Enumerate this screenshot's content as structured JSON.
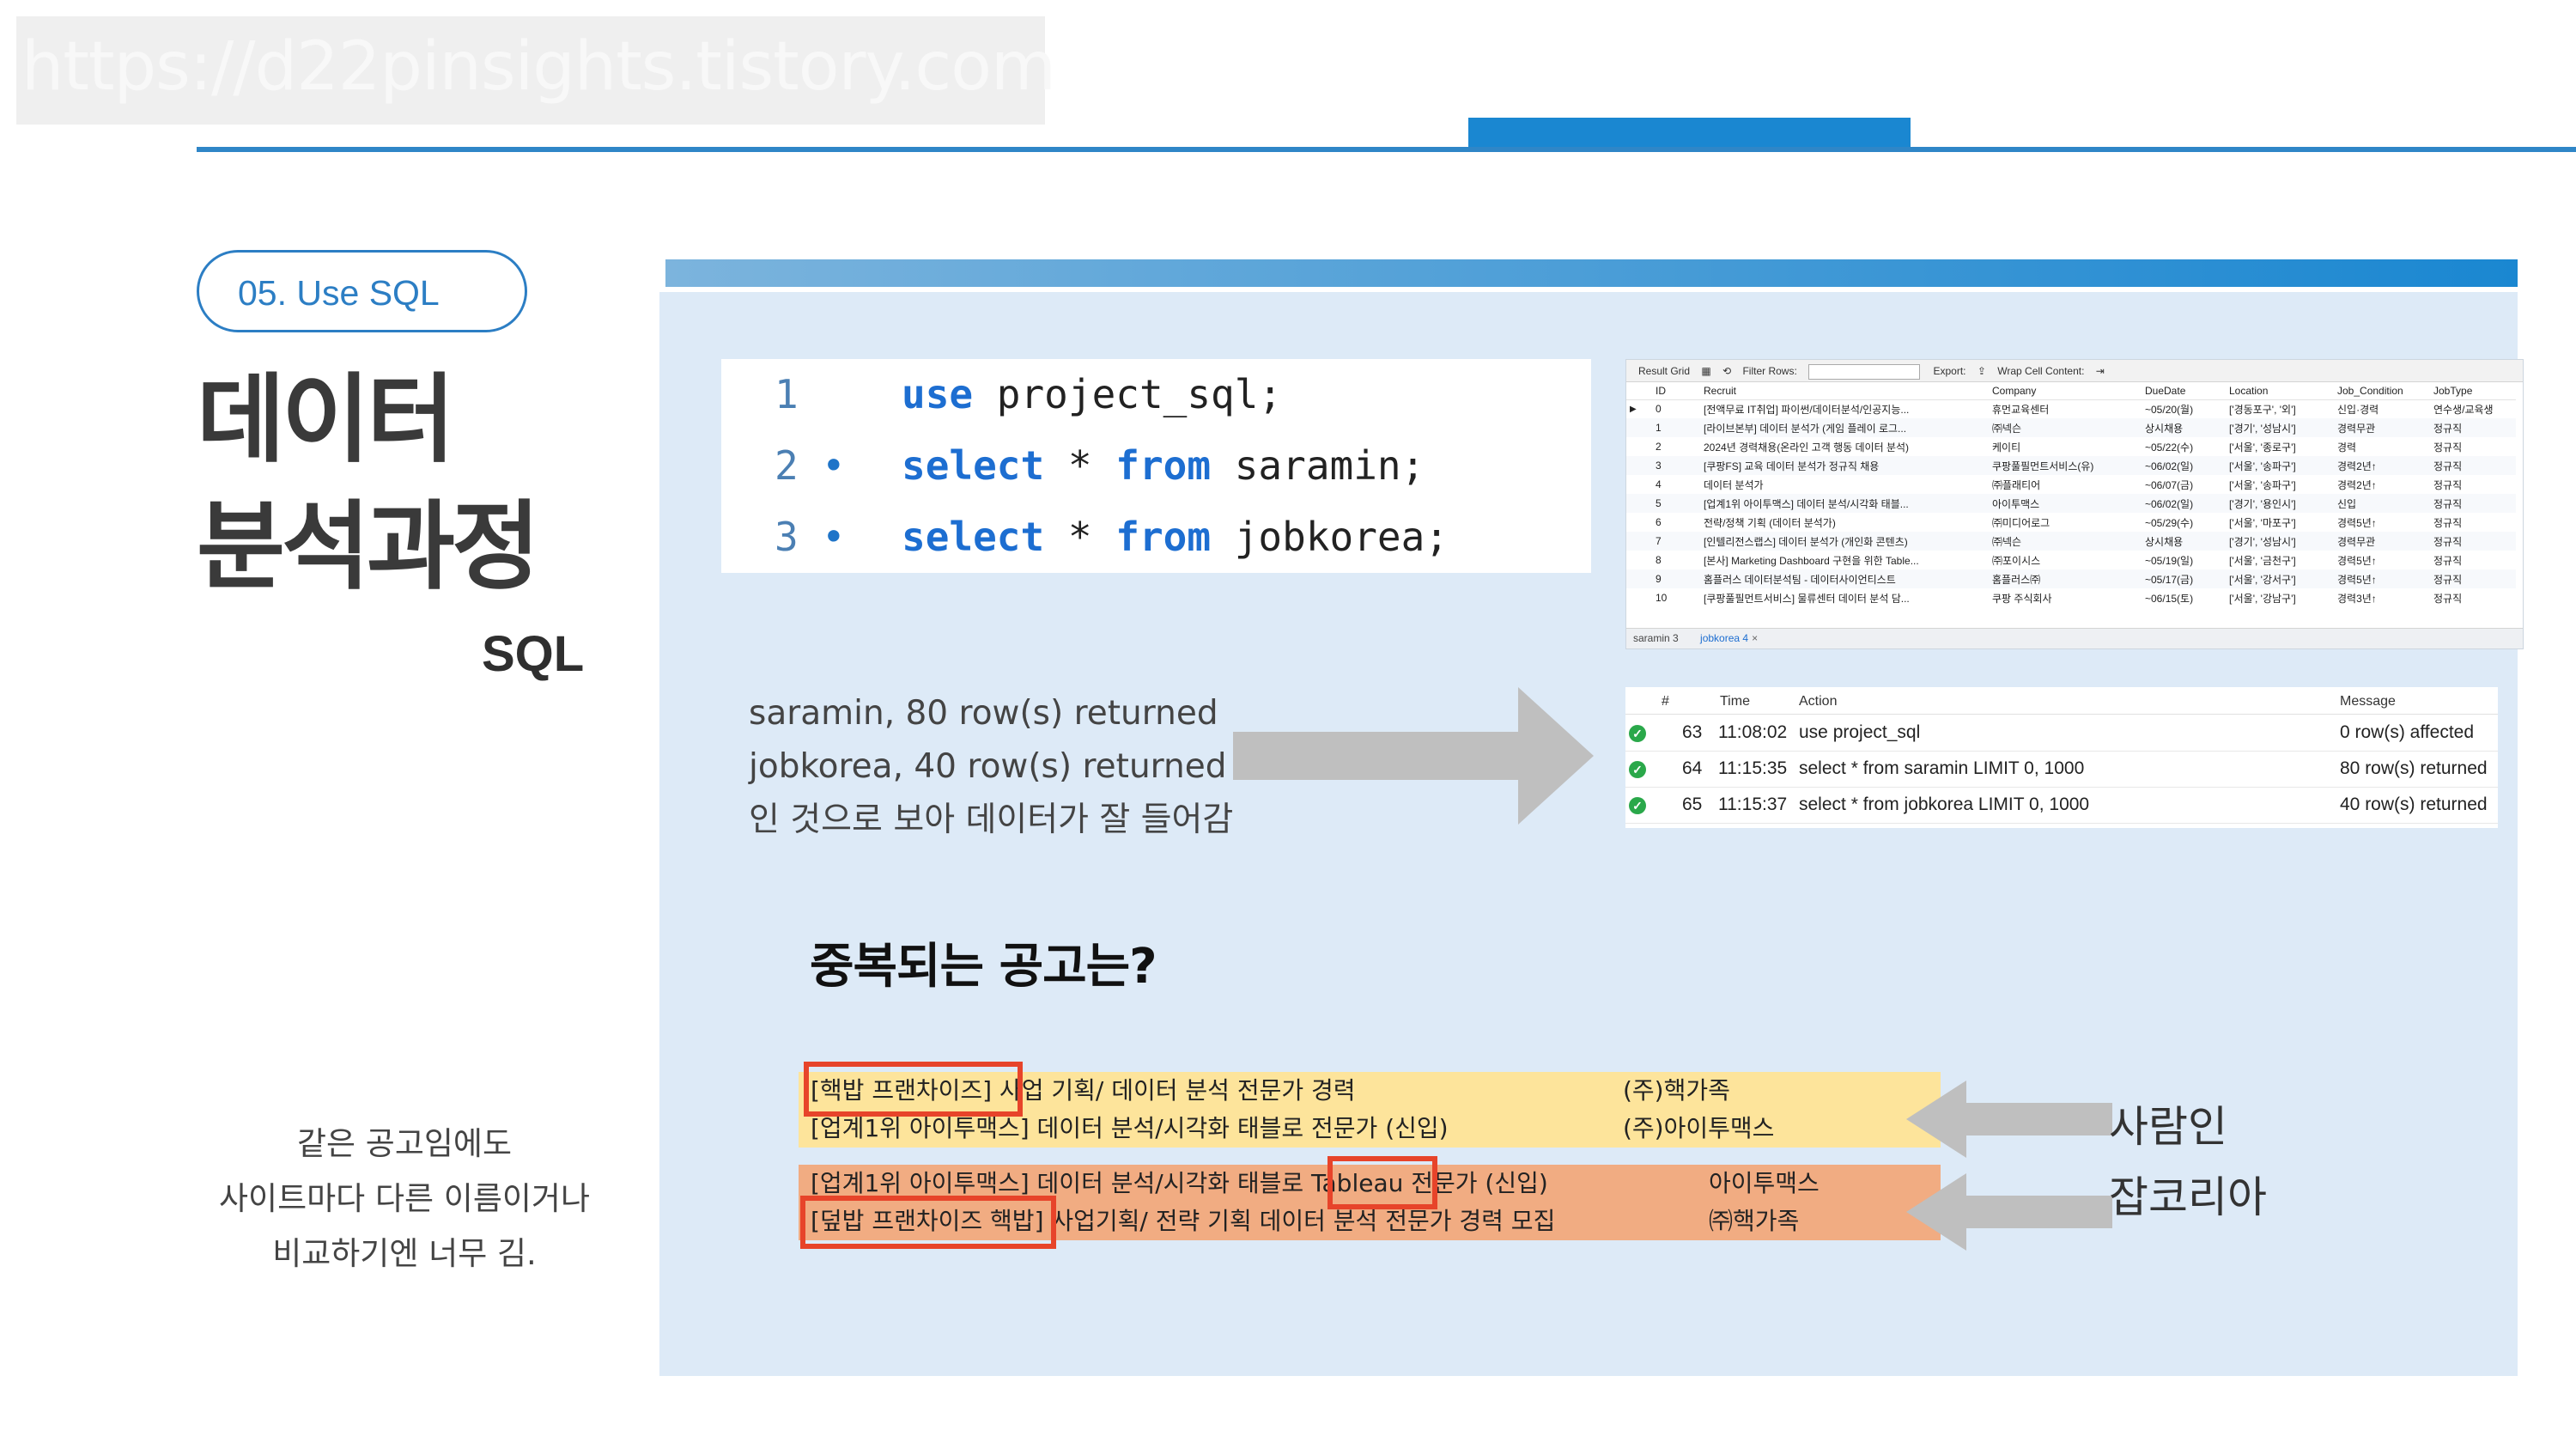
{
  "watermark": "https://d22pinsights.tistory.com",
  "section": {
    "label": "05. Use SQL"
  },
  "title": {
    "line1": "데이터",
    "line2": "분석과정",
    "sub": "SQL"
  },
  "side_note": {
    "line1": "같은 공고임에도",
    "line2": "사이트마다 다른 이름이거나",
    "line3": "비교하기엔 너무 김."
  },
  "code": {
    "lines": [
      {
        "num": "1",
        "dot": "",
        "kw1": "use",
        "rest1": " project_sql;",
        "kw2": "",
        "rest2": ""
      },
      {
        "num": "2",
        "dot": "•",
        "kw1": "select",
        "rest1": " * ",
        "kw2": "from",
        "rest2": " saramin;"
      },
      {
        "num": "3",
        "dot": "•",
        "kw1": "select",
        "rest1": " * ",
        "kw2": "from",
        "rest2": " jobkorea;"
      }
    ]
  },
  "grid": {
    "toolbar": {
      "result_grid": "Result Grid",
      "filter_rows": "Filter Rows:",
      "export": "Export:",
      "wrap": "Wrap Cell Content:"
    },
    "columns": [
      "ID",
      "Recruit",
      "Company",
      "DueDate",
      "Location",
      "Job_Condition",
      "JobType"
    ],
    "rows": [
      [
        "0",
        "[전액무료 IT취업] 파이썬/데이터분석/인공지능...",
        "휴먼교육센터",
        "~05/20(월)",
        "['경동포구', '외']",
        "신입·경력",
        "연수생/교육생"
      ],
      [
        "1",
        "[라이브본부] 데이터 분석가 (게임 플레이 로그...",
        "㈜넥슨",
        "상시채용",
        "['경기', '성남시']",
        "경력무관",
        "정규직"
      ],
      [
        "2",
        "2024년 경력채용(온라인 고객 행동 데이터 분석)",
        "케이티",
        "~05/22(수)",
        "['서울', '종로구']",
        "경력",
        "정규직"
      ],
      [
        "3",
        "[쿠팡FS] 교육 데이터 분석가 정규직 채용",
        "쿠팡풀필먼트서비스(유)",
        "~06/02(일)",
        "['서울', '송파구']",
        "경력2년↑",
        "정규직"
      ],
      [
        "4",
        "데이터 분석가",
        "㈜플래티어",
        "~06/07(금)",
        "['서울', '송파구']",
        "경력2년↑",
        "정규직"
      ],
      [
        "5",
        "[업계1위 아이투맥스] 데이터 분석/시각화 태블...",
        "아이투맥스",
        "~06/02(일)",
        "['경기', '용인시']",
        "신입",
        "정규직"
      ],
      [
        "6",
        "전략/정책 기획 (데이터 분석가)",
        "㈜미디어로그",
        "~05/29(수)",
        "['서울', '마포구']",
        "경력5년↑",
        "정규직"
      ],
      [
        "7",
        "[인텔리전스랩스] 데이터 분석가 (개인화 콘텐츠)",
        "㈜넥슨",
        "상시채용",
        "['경기', '성남시']",
        "경력무관",
        "정규직"
      ],
      [
        "8",
        "[본사] Marketing Dashboard 구현을 위한 Table...",
        "㈜포이시스",
        "~05/19(일)",
        "['서울', '금천구']",
        "경력5년↑",
        "정규직"
      ],
      [
        "9",
        "홈플러스 데이터분석팀 - 데이터사이언티스트",
        "홈플러스㈜",
        "~05/17(금)",
        "['서울', '강서구']",
        "경력5년↑",
        "정규직"
      ],
      [
        "10",
        "[쿠팡풀필먼트서비스] 물류센터 데이터 분석 담...",
        "쿠팡 주식회사",
        "~06/15(토)",
        "['서울', '강남구']",
        "경력3년↑",
        "정규직"
      ]
    ],
    "tabs": [
      "saramin 3",
      "jobkorea 4"
    ]
  },
  "result_note": {
    "line1": "saramin, 80 row(s) returned",
    "line2": "jobkorea, 40 row(s) returned",
    "line3": "인 것으로 보아 데이터가 잘 들어감"
  },
  "output": {
    "headers": {
      "num": "#",
      "time": "Time",
      "action": "Action",
      "message": "Message"
    },
    "rows": [
      {
        "num": "63",
        "time": "11:08:02",
        "action": "use project_sql",
        "message": "0 row(s) affected"
      },
      {
        "num": "64",
        "time": "11:15:35",
        "action": "select * from saramin LIMIT 0, 1000",
        "message": "80 row(s) returned"
      },
      {
        "num": "65",
        "time": "11:15:37",
        "action": "select * from jobkorea LIMIT 0, 1000",
        "message": "40 row(s) returned"
      }
    ]
  },
  "question": "중복되는 공고는?",
  "compare": {
    "saramin": [
      {
        "title": "[핵밥 프랜차이즈] 사업 기획/ 데이터 분석 전문가 경력",
        "company": "(주)핵가족"
      },
      {
        "title": "[업계1위 아이투맥스] 데이터 분석/시각화 태블로 전문가 (신입)",
        "company": "(주)아이투맥스"
      }
    ],
    "jobkorea": [
      {
        "title": "[업계1위 아이투맥스] 데이터 분석/시각화 태블로 Tableau 전문가 (신입)",
        "company": "아이투맥스"
      },
      {
        "title": "[덮밥 프랜차이즈 핵밥] 사업기획/ 전략 기획 데이터 분석 전문가 경력 모집",
        "company": "㈜핵가족"
      }
    ]
  },
  "labels": {
    "saramin": "사람인",
    "jobkorea": "잡코리아"
  },
  "colors": {
    "accent": "#1a87d1",
    "panel": "#ddeaf7",
    "saramin_row": "#fde49b",
    "jobkorea_row": "#f1ac82",
    "highlight": "#e7442a"
  }
}
